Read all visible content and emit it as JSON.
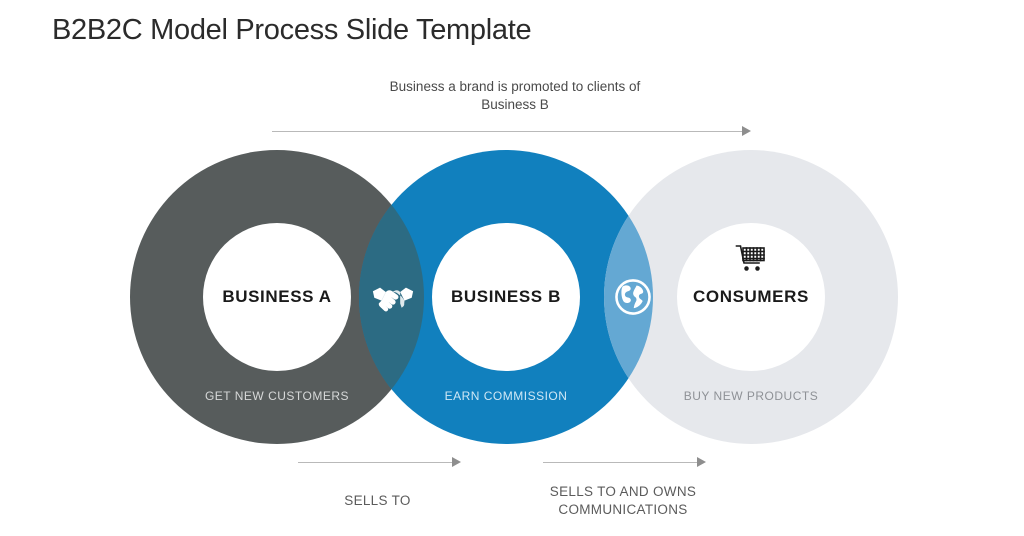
{
  "title": "B2B2C Model Process Slide Template",
  "top_caption": "Business a brand is promoted to clients of Business B",
  "circles": [
    {
      "id": "business-a",
      "center_label": "BUSINESS A",
      "bottom_label": "GET NEW CUSTOMERS",
      "ring_color": "#575C5C",
      "center_text_color": "#1a1a1a",
      "bottom_text_color": "#d6d8d8"
    },
    {
      "id": "business-b",
      "center_label": "BUSINESS B",
      "bottom_label": "EARN COMMISSION",
      "ring_color": "#1180BE",
      "center_text_color": "#1a1a1a",
      "bottom_text_color": "#cfe7f5"
    },
    {
      "id": "consumers",
      "center_label": "CONSUMERS",
      "bottom_label": "BUY NEW PRODUCTS",
      "ring_color": "#E6E8EC",
      "center_text_color": "#1a1a1a",
      "bottom_text_color": "#8e9196"
    }
  ],
  "overlaps": [
    {
      "id": "a-b",
      "icon": "handshake-icon",
      "color": "#2C6B83"
    },
    {
      "id": "b-c",
      "icon": "globe-icon",
      "color": "#64A8D3"
    }
  ],
  "icons": {
    "cart": "shopping-cart-icon",
    "handshake": "handshake-icon",
    "globe": "globe-icon"
  },
  "arrows": [
    {
      "id": "top",
      "label": "Business a brand is promoted to clients of Business B"
    },
    {
      "id": "bottom-left",
      "label": "SELLS TO"
    },
    {
      "id": "bottom-right",
      "label": "SELLS TO AND OWNS COMMUNICATIONS"
    }
  ],
  "bottom_captions": {
    "left": "SELLS TO",
    "right": "SELLS TO AND OWNS COMMUNICATIONS"
  },
  "colors": {
    "background": "#ffffff",
    "title": "#2b2b2b",
    "arrow": "#b9b9b9",
    "arrow_head": "#8e8e8e",
    "gray_ring": "#575C5C",
    "blue_ring": "#1180BE",
    "light_ring": "#E6E8EC",
    "overlap_ab": "#2C6B83",
    "overlap_bc": "#64A8D3",
    "inner_circle": "#ffffff"
  }
}
